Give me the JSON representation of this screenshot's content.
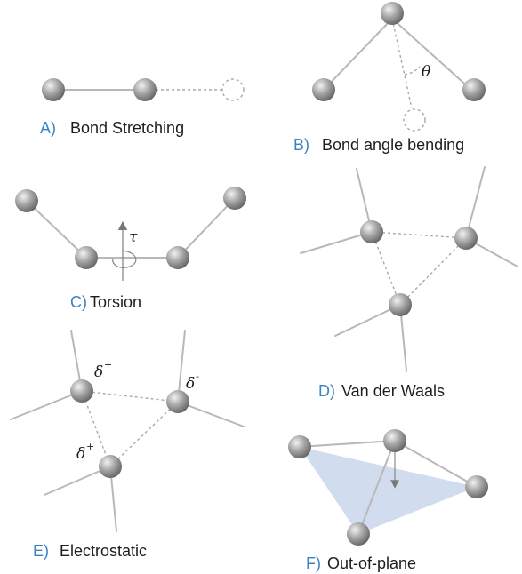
{
  "panels": {
    "a": {
      "letter": "A)",
      "title": "Bond Stretching"
    },
    "b": {
      "letter": "B)",
      "title": "Bond angle bending",
      "symbol": "θ"
    },
    "c": {
      "letter": "C)",
      "title": "Torsion",
      "symbol": "τ"
    },
    "d": {
      "letter": "D)",
      "title": "Van der Waals"
    },
    "e": {
      "letter": "E)",
      "title": "Electrostatic",
      "charges": [
        {
          "symbol": "δ",
          "sign": "+"
        },
        {
          "symbol": "δ",
          "sign": "-"
        },
        {
          "symbol": "δ",
          "sign": "+"
        }
      ]
    },
    "f": {
      "letter": "F)",
      "title": "Out-of-plane"
    }
  },
  "colors": {
    "caption_letter": "#3d82c4",
    "atom": "#8a8a8a",
    "bond": "#b8b8b8",
    "plane": "#c9d6ec"
  }
}
